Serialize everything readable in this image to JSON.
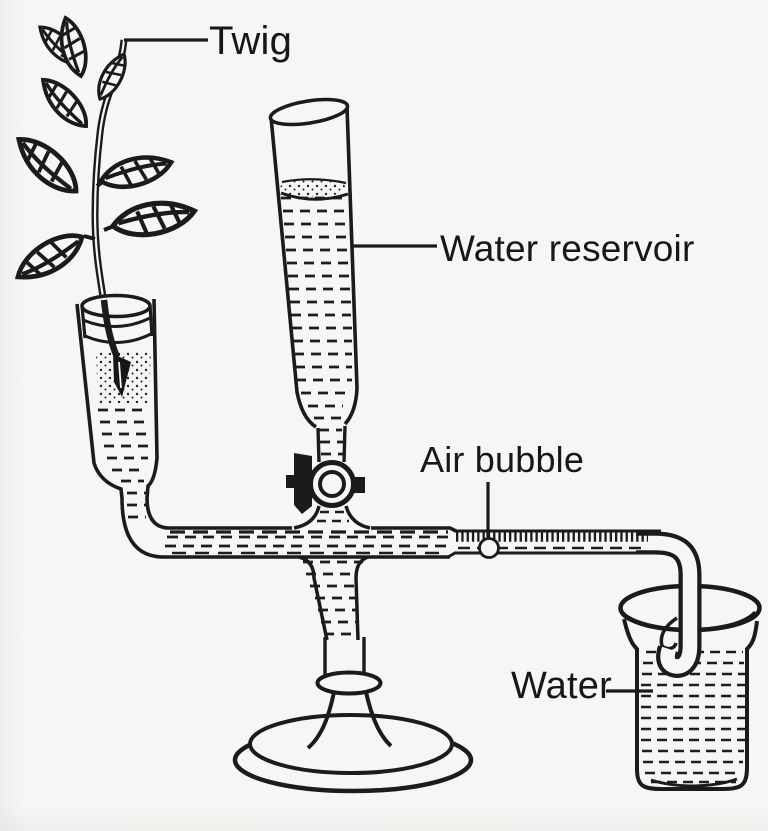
{
  "colors": {
    "paper": "#f7f6f4",
    "ink": "#1b1b1b"
  },
  "figure": {
    "labels": {
      "twig": "Twig",
      "water_reservoir": "Water reservoir",
      "air_bubble": "Air bubble",
      "water": "Water"
    }
  }
}
